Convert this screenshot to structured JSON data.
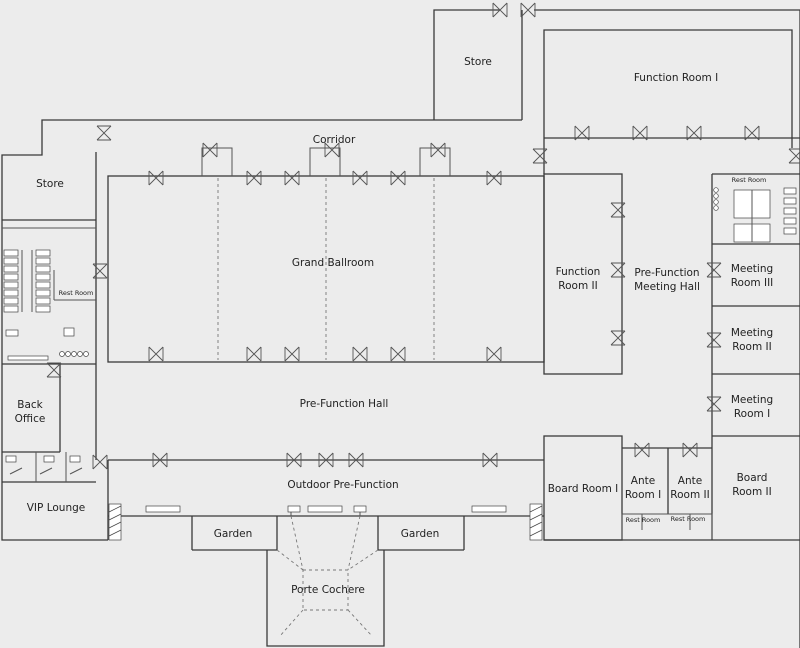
{
  "rooms": {
    "store_top": "Store",
    "function_room_1": "Function Room I",
    "corridor": "Corridor",
    "store_left": "Store",
    "grand_ballroom": "Grand Ballroom",
    "rest_room_left": "Rest Room",
    "function_room_2_line1": "Function",
    "function_room_2_line2": "Room II",
    "pre_function_meeting_line1": "Pre-Function",
    "pre_function_meeting_line2": "Meeting Hall",
    "rest_room_right": "Rest Room",
    "meeting_room_3_line1": "Meeting",
    "meeting_room_3_line2": "Room III",
    "meeting_room_2_line1": "Meeting",
    "meeting_room_2_line2": "Room II",
    "meeting_room_1_line1": "Meeting",
    "meeting_room_1_line2": "Room I",
    "back_office_line1": "Back",
    "back_office_line2": "Office",
    "pre_function_hall": "Pre-Function Hall",
    "outdoor_pre_function": "Outdoor Pre-Function",
    "board_room_1": "Board Room I",
    "ante_room_1_line1": "Ante",
    "ante_room_1_line2": "Room I",
    "ante_room_2_line1": "Ante",
    "ante_room_2_line2": "Room II",
    "board_room_2_line1": "Board",
    "board_room_2_line2": "Room II",
    "vip_lounge": "VIP Lounge",
    "garden_left": "Garden",
    "garden_right": "Garden",
    "porte_cochere": "Porte Cochere",
    "rest_room_ante_1": "Rest Room",
    "rest_room_ante_2": "Rest Room"
  },
  "colors": {
    "background": "#ececec",
    "wall": "#3a3a3a",
    "label": "#222222"
  }
}
